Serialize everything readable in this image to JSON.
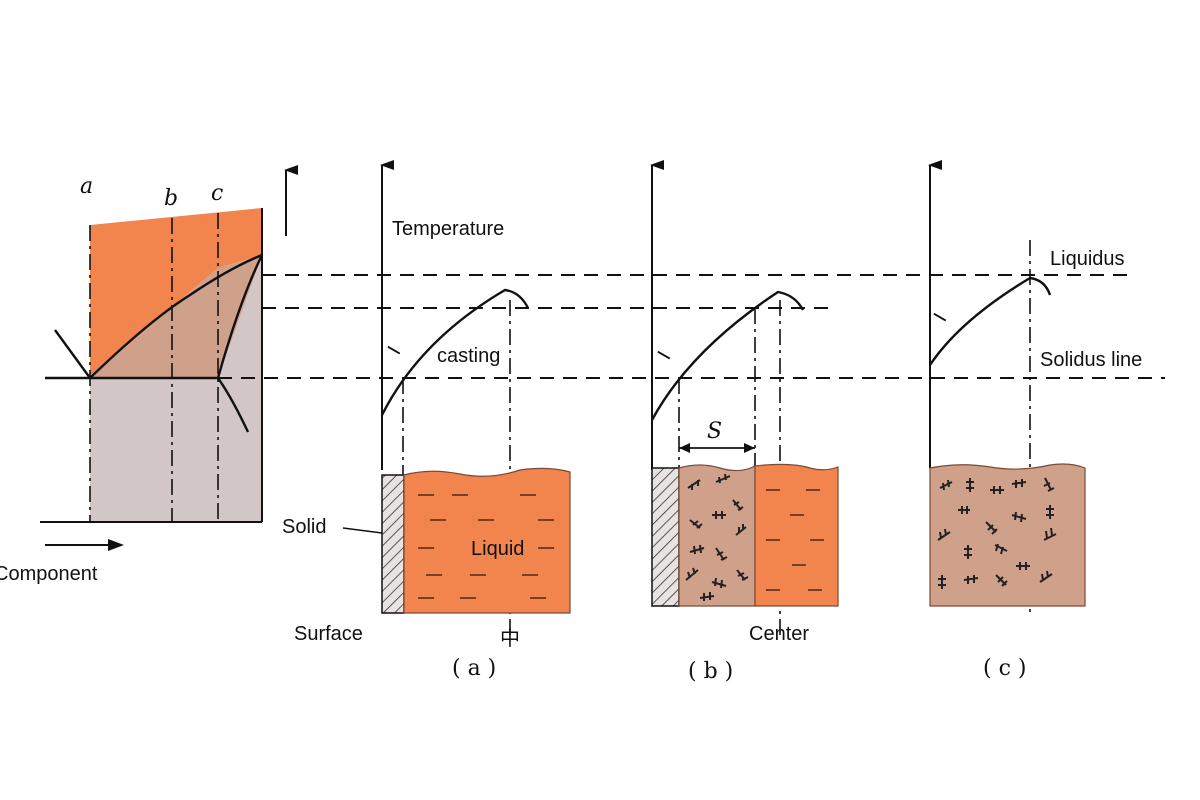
{
  "colors": {
    "liquid": "#f2844e",
    "mushy": "#cfa08a",
    "solid": "#d2c6c6",
    "ink": "#111111"
  },
  "phase_diagram": {
    "alloy_labels": [
      "a",
      "b",
      "c"
    ],
    "x_axis_label": "Component"
  },
  "labels": {
    "temperature": "Temperature",
    "casting": "casting",
    "liquidus": "Liquidus",
    "solidus": "Solidus line",
    "solid": "Solid",
    "liquid": "Liquid",
    "surface": "Surface",
    "center": "Center",
    "s_width": "S",
    "glyph_I": "I",
    "stray_mark": "中"
  },
  "captions": {
    "a": "( a )",
    "b": "( b )",
    "c": "( c )"
  }
}
